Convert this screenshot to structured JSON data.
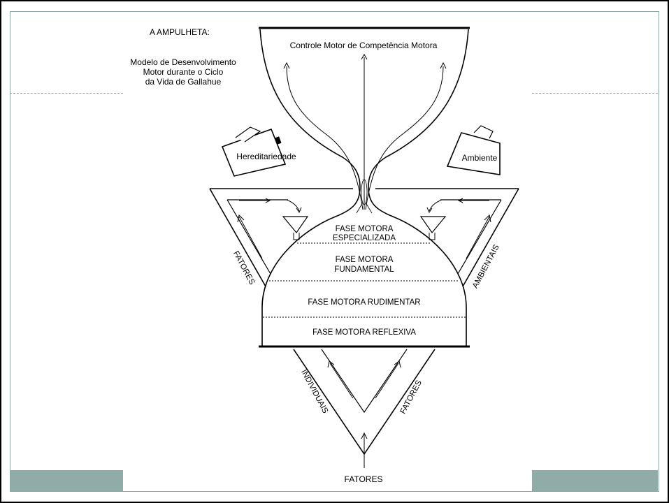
{
  "diagram": {
    "title": "A AMPULHETA:",
    "subtitle_lines": [
      "Modelo de Desenvolvimento",
      "Motor durante o Ciclo",
      "da Vida de Gallahue"
    ],
    "top_label": "Controle Motor de Competência Motora",
    "bucket_left": "Hereditariedade",
    "bucket_right": "Ambiente",
    "phases": {
      "specialized_1": "FASE MOTORA",
      "specialized_2": "ESPECIALIZADA",
      "fundamental_1": "FASE MOTORA",
      "fundamental_2": "FUNDAMENTAL",
      "rudimentary": "FASE MOTORA RUDIMENTAR",
      "reflexive": "FASE MOTORA REFLEXIVA"
    },
    "side_left": "FATORES",
    "side_right": "AMBIENTAIS",
    "bottom_left": "INDIVIDUAIS",
    "bottom_right": "FATORES",
    "bottom_label": "FATORES"
  },
  "colors": {
    "frame_accent": "#8faca8",
    "line": "#000000"
  }
}
